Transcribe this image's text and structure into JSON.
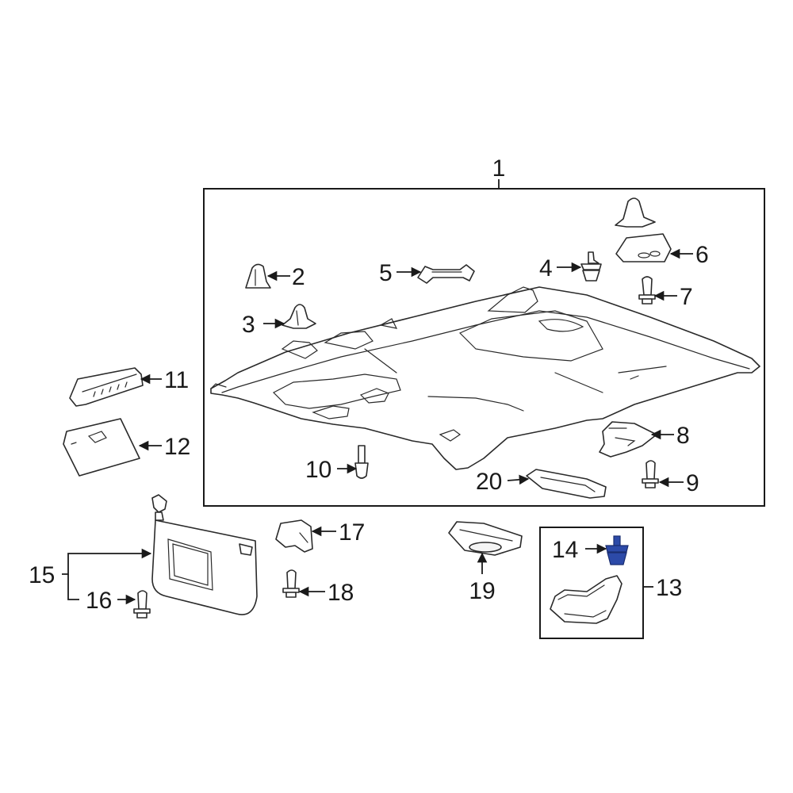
{
  "callouts": {
    "c1": "1",
    "c2": "2",
    "c3": "3",
    "c4": "4",
    "c5": "5",
    "c6": "6",
    "c7": "7",
    "c8": "8",
    "c9": "9",
    "c10": "10",
    "c11": "11",
    "c12": "12",
    "c13": "13",
    "c14": "14",
    "c15": "15",
    "c16": "16",
    "c17": "17",
    "c18": "18",
    "c19": "19",
    "c20": "20"
  },
  "colors": {
    "highlight_part": "#2c4aa8",
    "line": "#1a1a1a"
  },
  "highlighted_part": "14"
}
